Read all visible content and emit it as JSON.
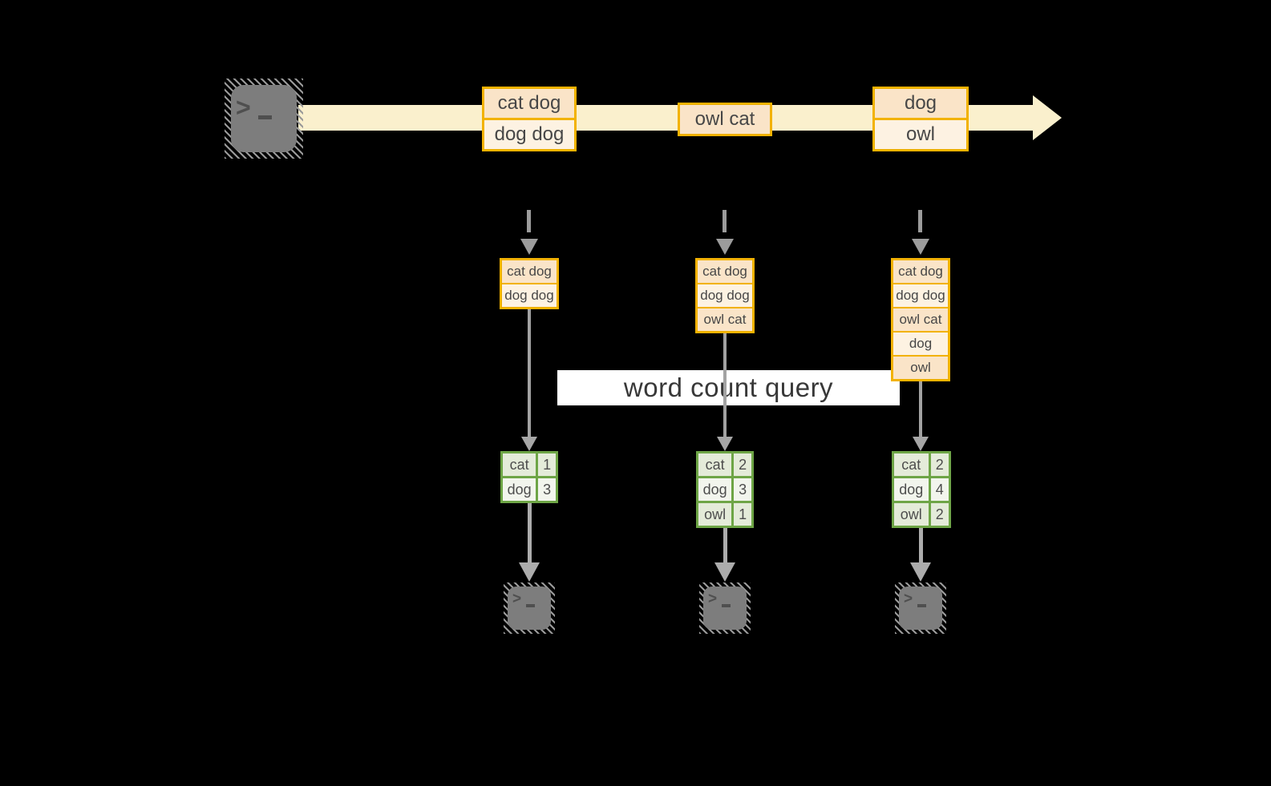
{
  "banner": {
    "label": "word count query"
  },
  "prompt_glyph": ">",
  "stream": [
    [
      "cat dog",
      "dog dog"
    ],
    [
      "owl cat"
    ],
    [
      "dog",
      "owl"
    ]
  ],
  "windows": [
    [
      "cat dog",
      "dog dog"
    ],
    [
      "cat dog",
      "dog dog",
      "owl cat"
    ],
    [
      "cat dog",
      "dog dog",
      "owl cat",
      "dog",
      "owl"
    ]
  ],
  "counts": [
    [
      [
        "cat",
        "1"
      ],
      [
        "dog",
        "3"
      ]
    ],
    [
      [
        "cat",
        "2"
      ],
      [
        "dog",
        "3"
      ],
      [
        "owl",
        "1"
      ]
    ],
    [
      [
        "cat",
        "2"
      ],
      [
        "dog",
        "4"
      ],
      [
        "owl",
        "2"
      ]
    ]
  ],
  "icons": {
    "source": "terminal-icon",
    "sinks": [
      "terminal-icon",
      "terminal-icon",
      "terminal-icon"
    ]
  },
  "colors": {
    "background": "#000000",
    "gold_border": "#f2b200",
    "peach_fill": "#fae4c8",
    "cream_fill": "#fdf2e2",
    "band_cream": "#faf0cd",
    "green_border": "#6ea546",
    "green_cell": "#e4ebd9",
    "green_cell_light": "#f2f5ed",
    "terminal_gray": "#7d7d7d",
    "connector_gray": "#a2a2a2",
    "banner_bg": "#ffffff",
    "text_dark": "#474747"
  }
}
